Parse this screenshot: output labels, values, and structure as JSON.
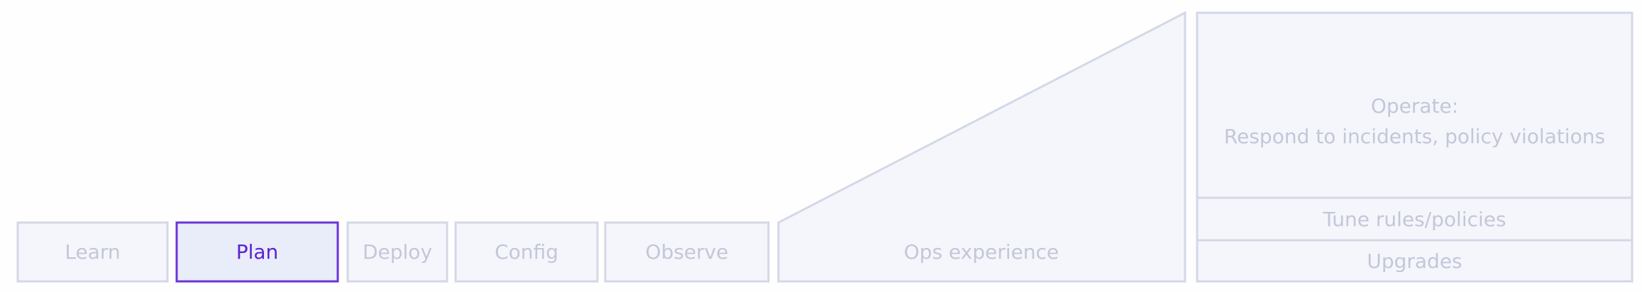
{
  "colors": {
    "border": "#d4d8e6",
    "fill": "#f4f6fb",
    "text_muted": "#c3c7d8",
    "active_border": "#6a34d9",
    "active_fill": "#e9ecf9",
    "active_text": "#5b22d3"
  },
  "stages": [
    {
      "id": "learn",
      "label": "Learn",
      "active": false
    },
    {
      "id": "plan",
      "label": "Plan",
      "active": true
    },
    {
      "id": "deploy",
      "label": "Deploy",
      "active": false
    },
    {
      "id": "config",
      "label": "Config",
      "active": false
    },
    {
      "id": "observe",
      "label": "Observe",
      "active": false
    }
  ],
  "ops_experience": {
    "label": "Ops experience"
  },
  "operate": {
    "title": "Operate:",
    "subtitle": "Respond to incidents, policy violations"
  },
  "tune": {
    "label": "Tune rules/policies"
  },
  "upgrades": {
    "label": "Upgrades"
  }
}
